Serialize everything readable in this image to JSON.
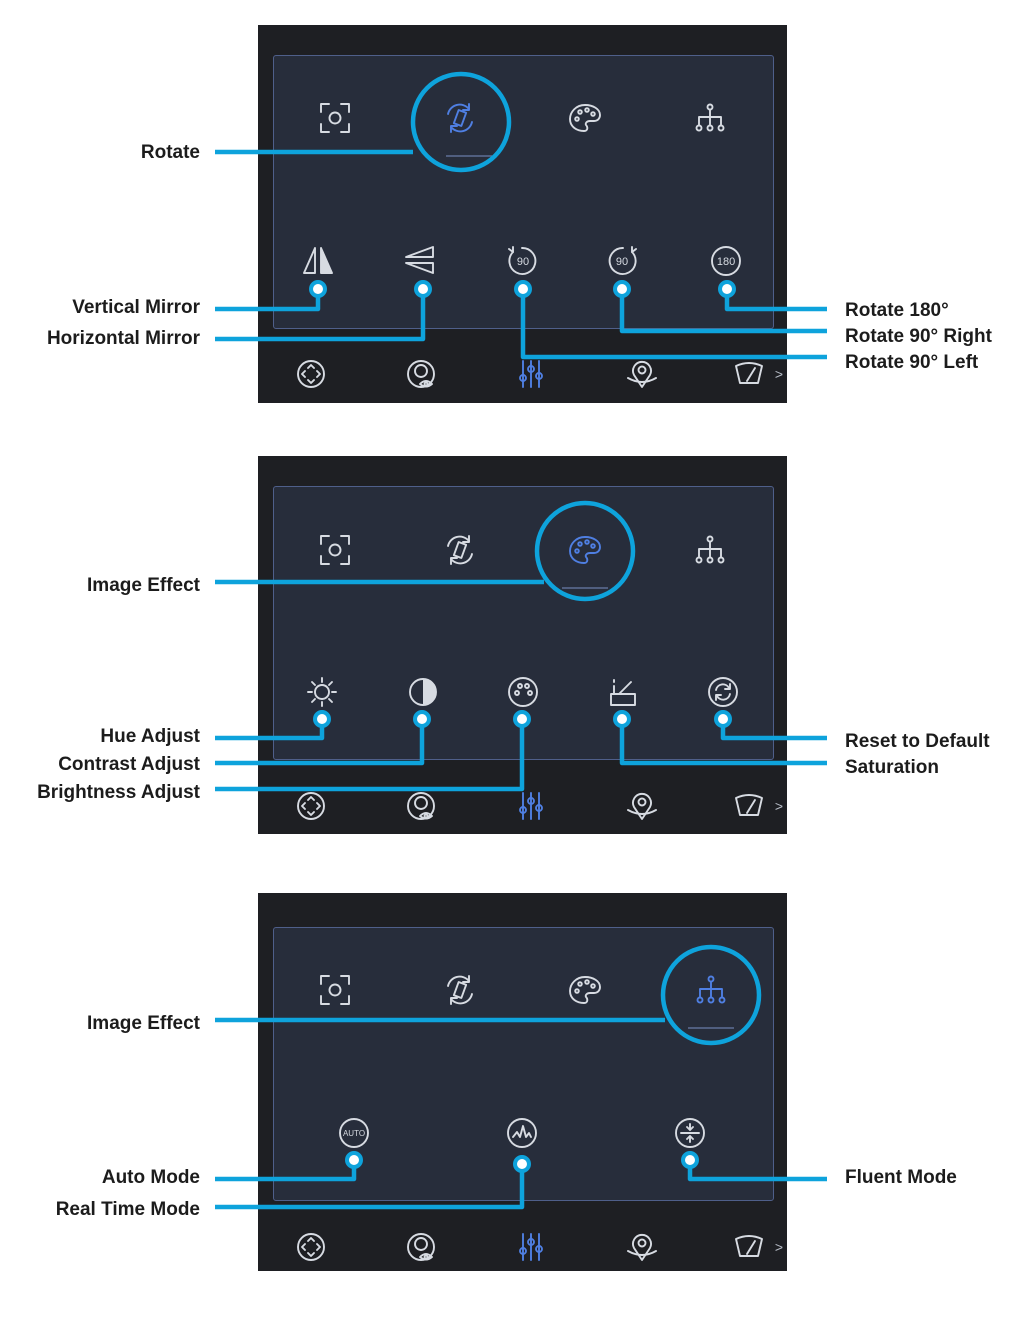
{
  "colors": {
    "callout": "#0ea3dc",
    "screen_bg": "#1e1f23",
    "panel_bg": "#272d3b",
    "active_icon": "#4f7fe2"
  },
  "top_tabs": [
    {
      "name": "capture-tab",
      "icon": "capture-frame-icon"
    },
    {
      "name": "rotate-tab",
      "icon": "rotate-icon"
    },
    {
      "name": "image-effect-tab",
      "icon": "palette-icon"
    },
    {
      "name": "mode-tab",
      "icon": "hierarchy-icon"
    }
  ],
  "bottom_bar": [
    {
      "name": "pan-nav-item",
      "icon": "pan-arrows-icon"
    },
    {
      "name": "camera-view-nav-item",
      "icon": "camera-eye-icon"
    },
    {
      "name": "adjust-nav-item",
      "icon": "sliders-icon"
    },
    {
      "name": "location-nav-item",
      "icon": "location-pin-icon"
    },
    {
      "name": "wiper-nav-item",
      "icon": "wiper-icon"
    }
  ],
  "bottom_bar_more": ">",
  "panels": [
    {
      "active_tab": "rotate",
      "buttons": [
        {
          "icon": "vertical-mirror-icon",
          "text": ""
        },
        {
          "icon": "horizontal-mirror-icon",
          "text": ""
        },
        {
          "icon": "rotate-left-icon",
          "text": "90"
        },
        {
          "icon": "rotate-right-icon",
          "text": "90"
        },
        {
          "icon": "rotate-180-icon",
          "text": "180"
        }
      ],
      "labels": {
        "tab": "Rotate",
        "left": [
          "Vertical Mirror",
          "Horizontal Mirror"
        ],
        "right": [
          "Rotate 180°",
          "Rotate 90° Right",
          "Rotate 90° Left"
        ]
      }
    },
    {
      "active_tab": "image-effect",
      "buttons": [
        {
          "icon": "sun-icon"
        },
        {
          "icon": "contrast-icon"
        },
        {
          "icon": "palette-icon"
        },
        {
          "icon": "saturation-icon"
        },
        {
          "icon": "reset-icon"
        }
      ],
      "labels": {
        "tab": "Image Effect",
        "left": [
          "Hue Adjust",
          "Contrast Adjust",
          "Brightness Adjust"
        ],
        "right": [
          "Reset to Default",
          "Saturation"
        ]
      }
    },
    {
      "active_tab": "mode",
      "buttons": [
        {
          "icon": "auto-icon",
          "text": "AUTO"
        },
        {
          "icon": "waveform-icon"
        },
        {
          "icon": "fluent-icon"
        }
      ],
      "labels": {
        "tab": "Image Effect",
        "left": [
          "Auto Mode",
          "Real Time Mode"
        ],
        "right": [
          "Fluent Mode"
        ]
      }
    }
  ]
}
